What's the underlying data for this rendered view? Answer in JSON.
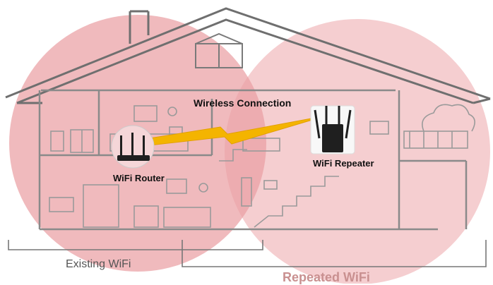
{
  "labels": {
    "wireless_connection": "Wireless Connection",
    "wifi_router": "WiFi Router",
    "wifi_repeater": "WiFi Repeater",
    "existing_wifi": "Existing WiFi",
    "repeated_wifi": "Repeated WiFi"
  },
  "colors": {
    "existing_zone": "#eaa0a4",
    "repeated_zone": "#f3c6c8",
    "house_outline": "#6f6f6f",
    "signal_bolt": "#f4b400",
    "repeated_label": "#c99090"
  }
}
